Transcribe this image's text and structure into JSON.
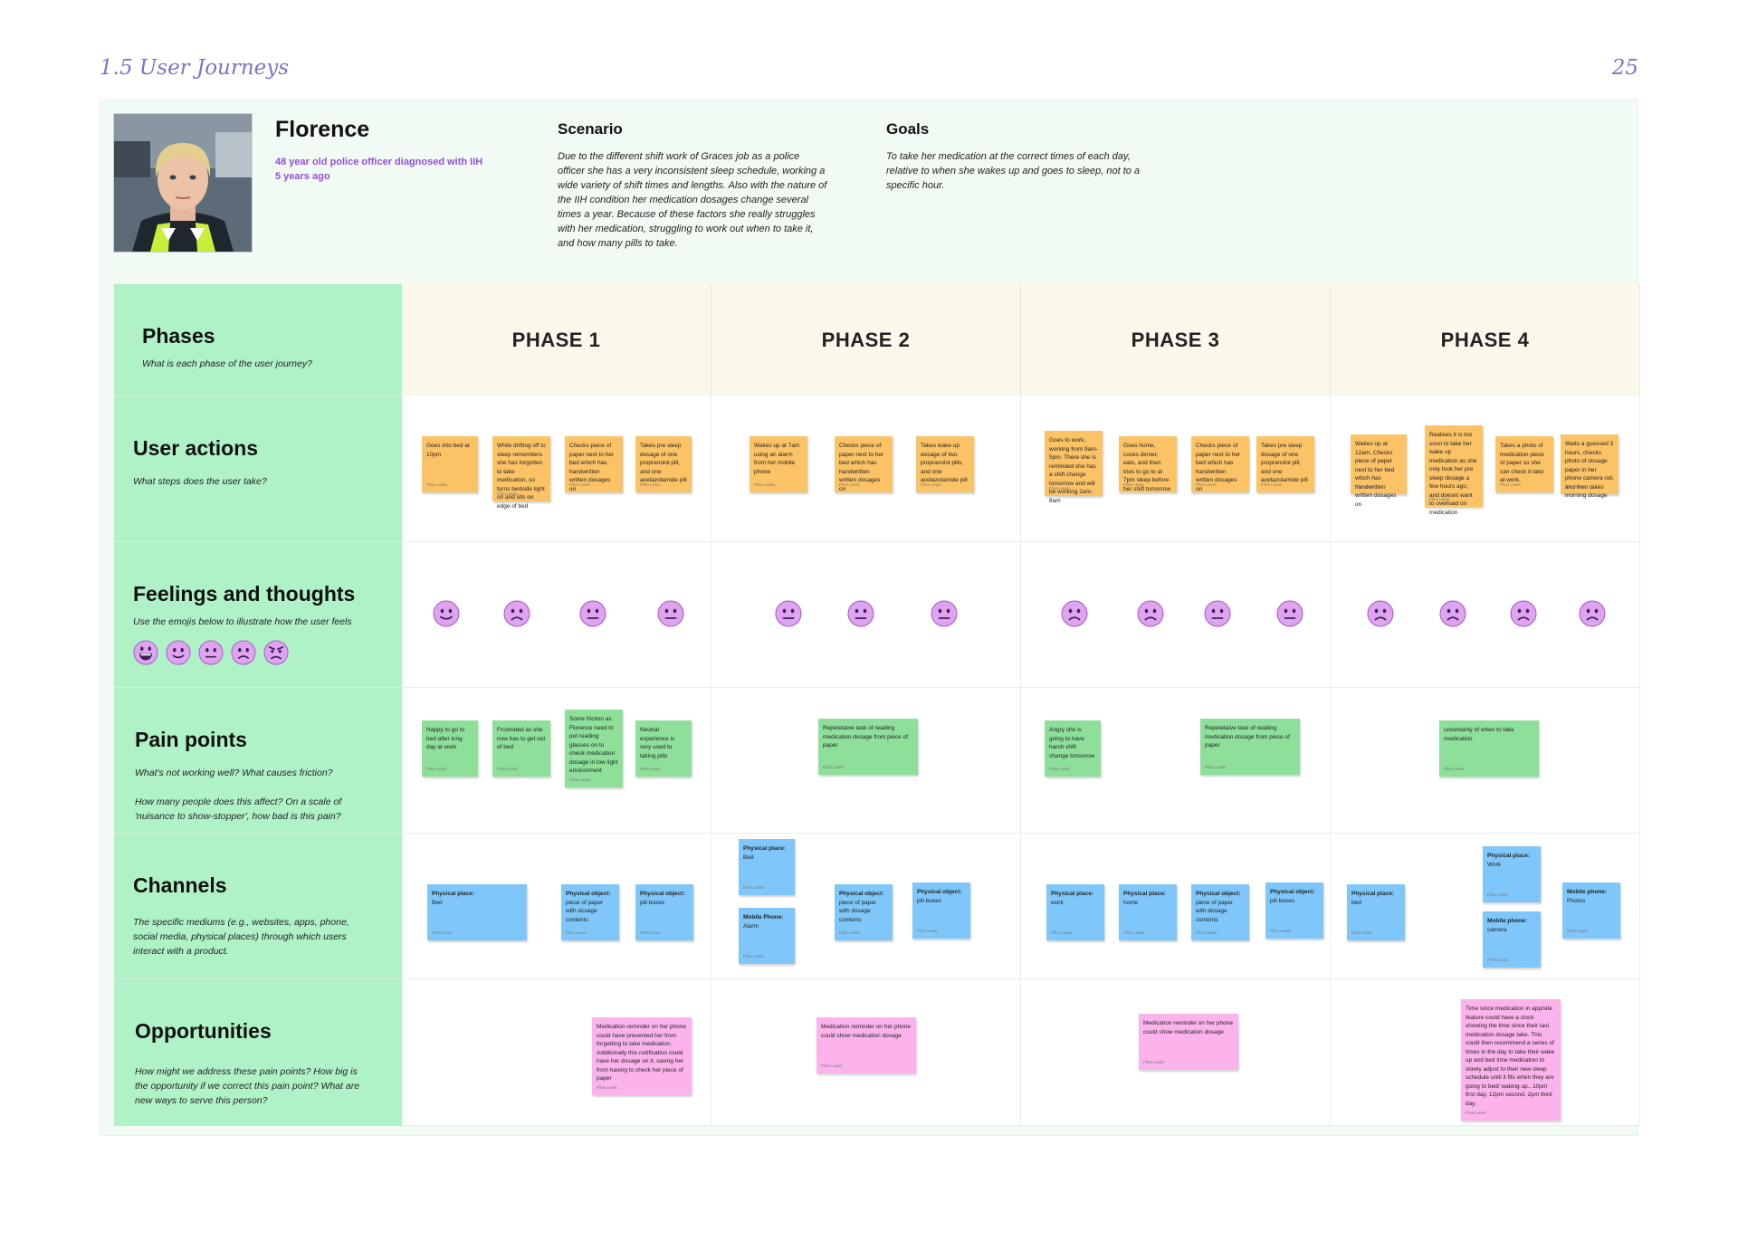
{
  "header": {
    "section_title": "1.5 User Journeys",
    "page_number": "25"
  },
  "persona": {
    "name": "Florence",
    "description": "48 year old police officer diagnosed with IIH 5 years ago"
  },
  "scenario": {
    "title": "Scenario",
    "text": "Due to the different shift work of Graces job as a police officer she has a very inconsistent sleep schedule, working a wide variety of shift times and lengths. Also with the nature of the IIH condition her medication dosages change several times a year. Because of these factors she really struggles with her medication, struggling to work out when to take it, and how many pills to take."
  },
  "goals": {
    "title": "Goals",
    "text": "To take her medication at the correct times of each day, relative to when she wakes up and goes to sleep, not to a specific hour."
  },
  "rows": {
    "phases": {
      "title": "Phases",
      "subtitle": "What is each phase of the user journey?"
    },
    "user_actions": {
      "title": "User actions",
      "subtitle": "What steps does the user take?"
    },
    "feelings": {
      "title": "Feelings and thoughts",
      "subtitle": "Use the emojis below to illustrate how the user feels"
    },
    "pain_points": {
      "title": "Pain points",
      "subtitle": "What's not working well? What causes friction?",
      "subtitle2": "How many people does this affect? On a scale of 'nuisance to show-stopper', how bad is this pain?"
    },
    "channels": {
      "title": "Channels",
      "subtitle": "The specific mediums (e.g., websites, apps, phone, social media, physical places) through which users interact with a product."
    },
    "opportunities": {
      "title": "Opportunities",
      "subtitle": "How might we address these pain points? How big is the opportunity if we correct this pain point? What are new ways to serve this person?"
    }
  },
  "note_author": "Ffion Lewis",
  "emoji_key": [
    "grin",
    "smile",
    "neutral",
    "frown",
    "angry"
  ],
  "colors": {
    "yellow": "#fcc366",
    "green": "#8ddf9a",
    "blue": "#7fc7fb",
    "pink": "#fcb3ec",
    "emoji": "#e0a3f2"
  },
  "phases": [
    {
      "title": "PHASE 1",
      "actions": [
        "Goes into bed at 10pm",
        "While drifting off to sleep remembers she has forgotten to take medication, so turns bedside light on and sits on edge of bed",
        "Checks piece of paper next to her bed which has handwritten written dosages on",
        "Takes pre sleep dosage of one propranolol pill, and one acetazolamide pill"
      ],
      "feelings": [
        "smile",
        "frown",
        "neutral",
        "neutral"
      ],
      "pain_points": [
        "Happy to go to bed after long day at work",
        "Frustrated as she now has to get out of bed",
        "Some friction as Florence need to put reading glasses on to check medication dosage in low light environment",
        "Neutral experience is very used to taking pills"
      ],
      "channels": [
        {
          "bold": "Physical place:",
          "text": "Bed"
        },
        {
          "bold": "Physical object:",
          "text": "piece of paper with dosage contents"
        },
        {
          "bold": "Physical object:",
          "text": "pill boxes"
        }
      ],
      "opportunities": [
        "Medication reminder on her phone could have prevented her from forgetting to take medication. Additionally this notification could have her dosage on it, saving her from having to check her piece of paper"
      ]
    },
    {
      "title": "PHASE 2",
      "actions": [
        "Wakes up at 7am using an alarm from her mobile phone",
        "Checks piece of paper next to her bed which has handwritten written dosages on",
        "Takes wake up dosage of two propranolol pills, and one acetazolamide pill"
      ],
      "feelings": [
        "neutral",
        "neutral",
        "neutral"
      ],
      "pain_points": [
        "Repetetaive task of reading medication dosage from piece of paper"
      ],
      "channels": [
        {
          "bold": "Physical place:",
          "text": "Bed"
        },
        {
          "bold": "Mobile Phone:",
          "text": "Alarm"
        },
        {
          "bold": "Physical object:",
          "text": "piece of paper with dosage contents"
        },
        {
          "bold": "Physical object:",
          "text": "pill boxes"
        }
      ],
      "opportunities": [
        "Medication reminder on her phone could show medication dosage"
      ]
    },
    {
      "title": "PHASE 3",
      "actions": [
        "Goes to work, working from 9am-5pm. There she is reminded she has a shift change tomorrow and will be working 2am-8am",
        "Goes home, cooks dinner, eats, and then tries to go to at 7pm sleep before her shift tomorrow",
        "Checks piece of paper next to her bed which has handwritten written dosages on",
        "Takes pre sleep dosage of one propranolol pill, and one acetazolamide pill"
      ],
      "feelings": [
        "frown",
        "frown",
        "neutral",
        "neutral"
      ],
      "pain_points": [
        "Angry she is going to have harsh shift change tomorrow",
        "Repetetaive task of reading medication dosage from piece of paper"
      ],
      "channels": [
        {
          "bold": "Physical place:",
          "text": "work"
        },
        {
          "bold": "Physical place:",
          "text": "home"
        },
        {
          "bold": "Physical object:",
          "text": "piece of paper with dosage contents"
        },
        {
          "bold": "Physical object:",
          "text": "pill boxes"
        }
      ],
      "opportunities": [
        "Medication reminder on her phone could show medication dosage"
      ]
    },
    {
      "title": "PHASE 4",
      "actions": [
        "Wakes up at 12am, Checks piece of paper next to her bed which has handwritten written dosages on",
        "Realises it is too soon to take her wake up medication as she only took her pre sleep dosage a few hours ago, and doesnt want to overload on medication",
        "Takes a photo of medication piece of paper so she can check it later at work.",
        "Waits a guessed 3 hours, checks photo of dosage paper in her phone camera roll, and then takes morning dosage"
      ],
      "feelings": [
        "frown",
        "frown",
        "frown",
        "frown"
      ],
      "pain_points": [
        "uncertainty of when to take medication"
      ],
      "channels": [
        {
          "bold": "Physical place:",
          "text": "bed"
        },
        {
          "bold": "Physical place:",
          "text": "Work"
        },
        {
          "bold": "Mobile phone:",
          "text": "camera"
        },
        {
          "bold": "Mobile phone:",
          "text": "Photos"
        }
      ],
      "opportunities": [
        "Time since medication in app/site feature could have a clock showing the time since their last medication dosage take. This could then recommend a series of times in the day to take their wake up and bed time medication to slowly adjust to their new sleep schedule until it fits when they are going to bed/ waking up.. 10pm first day, 12pm second, 2pm third day."
      ]
    }
  ]
}
